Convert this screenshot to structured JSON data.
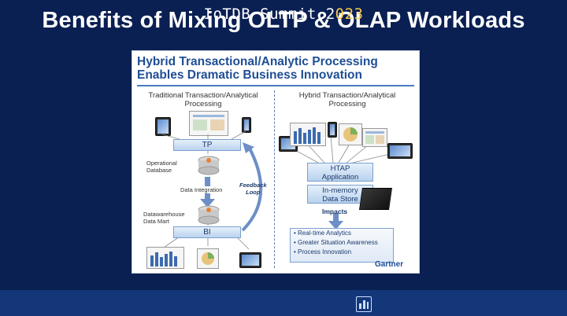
{
  "slide": {
    "title": "Benefits of Mixing OLTP & OLAP Workloads"
  },
  "figure": {
    "title_line1": "Hybrid Transactional/Analytic Processing",
    "title_line2": "Enables Dramatic Business Innovation",
    "left": {
      "heading_line1": "Traditional Transaction/Analytical",
      "heading_line2": "Processing",
      "tp_label": "TP",
      "op_db_line1": "Operational",
      "op_db_line2": "Database",
      "data_integration": "Data Integration",
      "feedback_line1": "Feedback",
      "feedback_line2": "Loop",
      "dw_line1": "Datawarehouse",
      "dw_line2": "Data Mart",
      "bi_label": "BI"
    },
    "right": {
      "heading_line1": "Hybrid Transaction/Analytical",
      "heading_line2": "Processing",
      "htap_line1": "HTAP",
      "htap_line2": "Application",
      "inmem_line1": "In-memory",
      "inmem_line2": "Data Store",
      "impacts": "Impacts",
      "bullets": [
        "• Real-time Analytics",
        "• Greater Situation Awareness",
        "• Process Innovation"
      ]
    },
    "brand": "Gartner"
  },
  "footer": {
    "event": "IoTDB Summit 2",
    "year": "023"
  },
  "colors": {
    "background": "#0a1f52",
    "footer_bar": "#14377a",
    "accent_blue": "#1f4e96",
    "year_yellow": "#f5c84a"
  }
}
